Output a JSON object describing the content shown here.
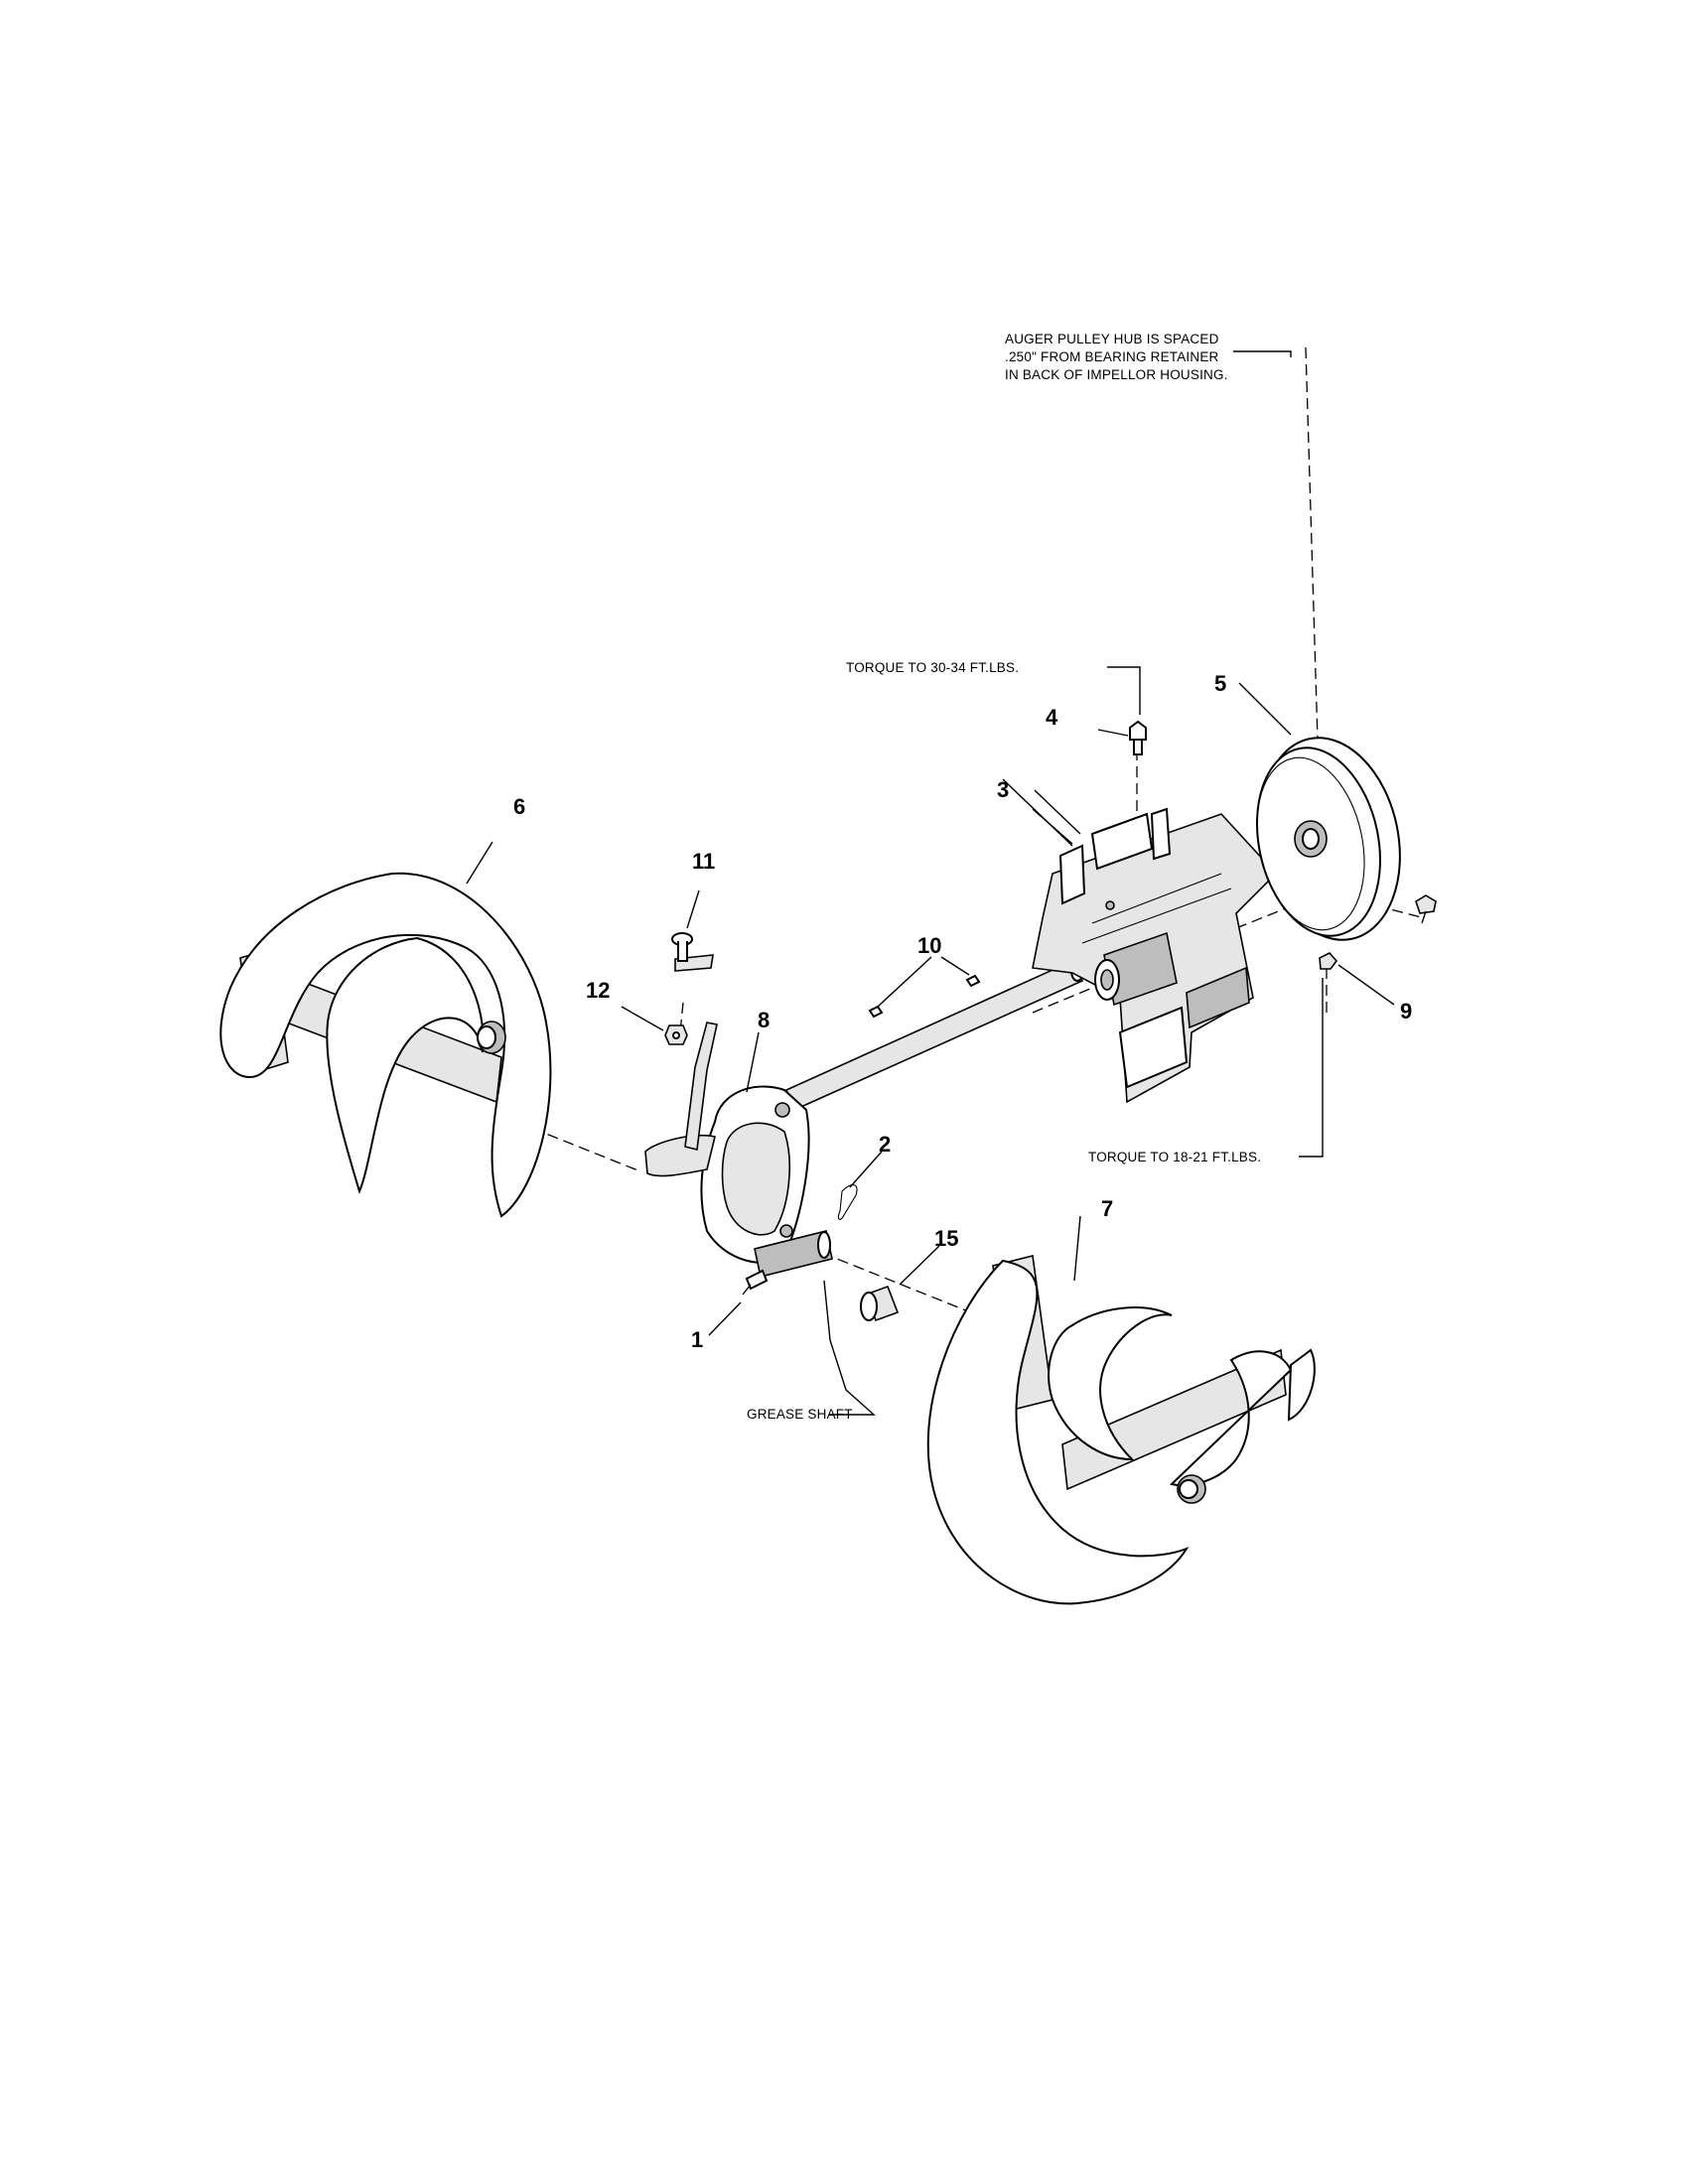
{
  "callouts": {
    "c1": "1",
    "c2": "2",
    "c3": "3",
    "c4": "4",
    "c5": "5",
    "c6": "6",
    "c7": "7",
    "c8": "8",
    "c9": "9",
    "c10": "10",
    "c11": "11",
    "c12": "12",
    "c15": "15"
  },
  "notes": {
    "pulley_hub_line1": "AUGER PULLEY HUB IS SPACED",
    "pulley_hub_line2": ".250\" FROM BEARING RETAINER",
    "pulley_hub_line3": "IN BACK OF IMPELLOR HOUSING.",
    "torque_top": "TORQUE TO 30-34 FT.LBS.",
    "torque_bottom": "TORQUE TO 18-21 FT.LBS.",
    "grease_shaft": "GREASE SHAFT"
  }
}
